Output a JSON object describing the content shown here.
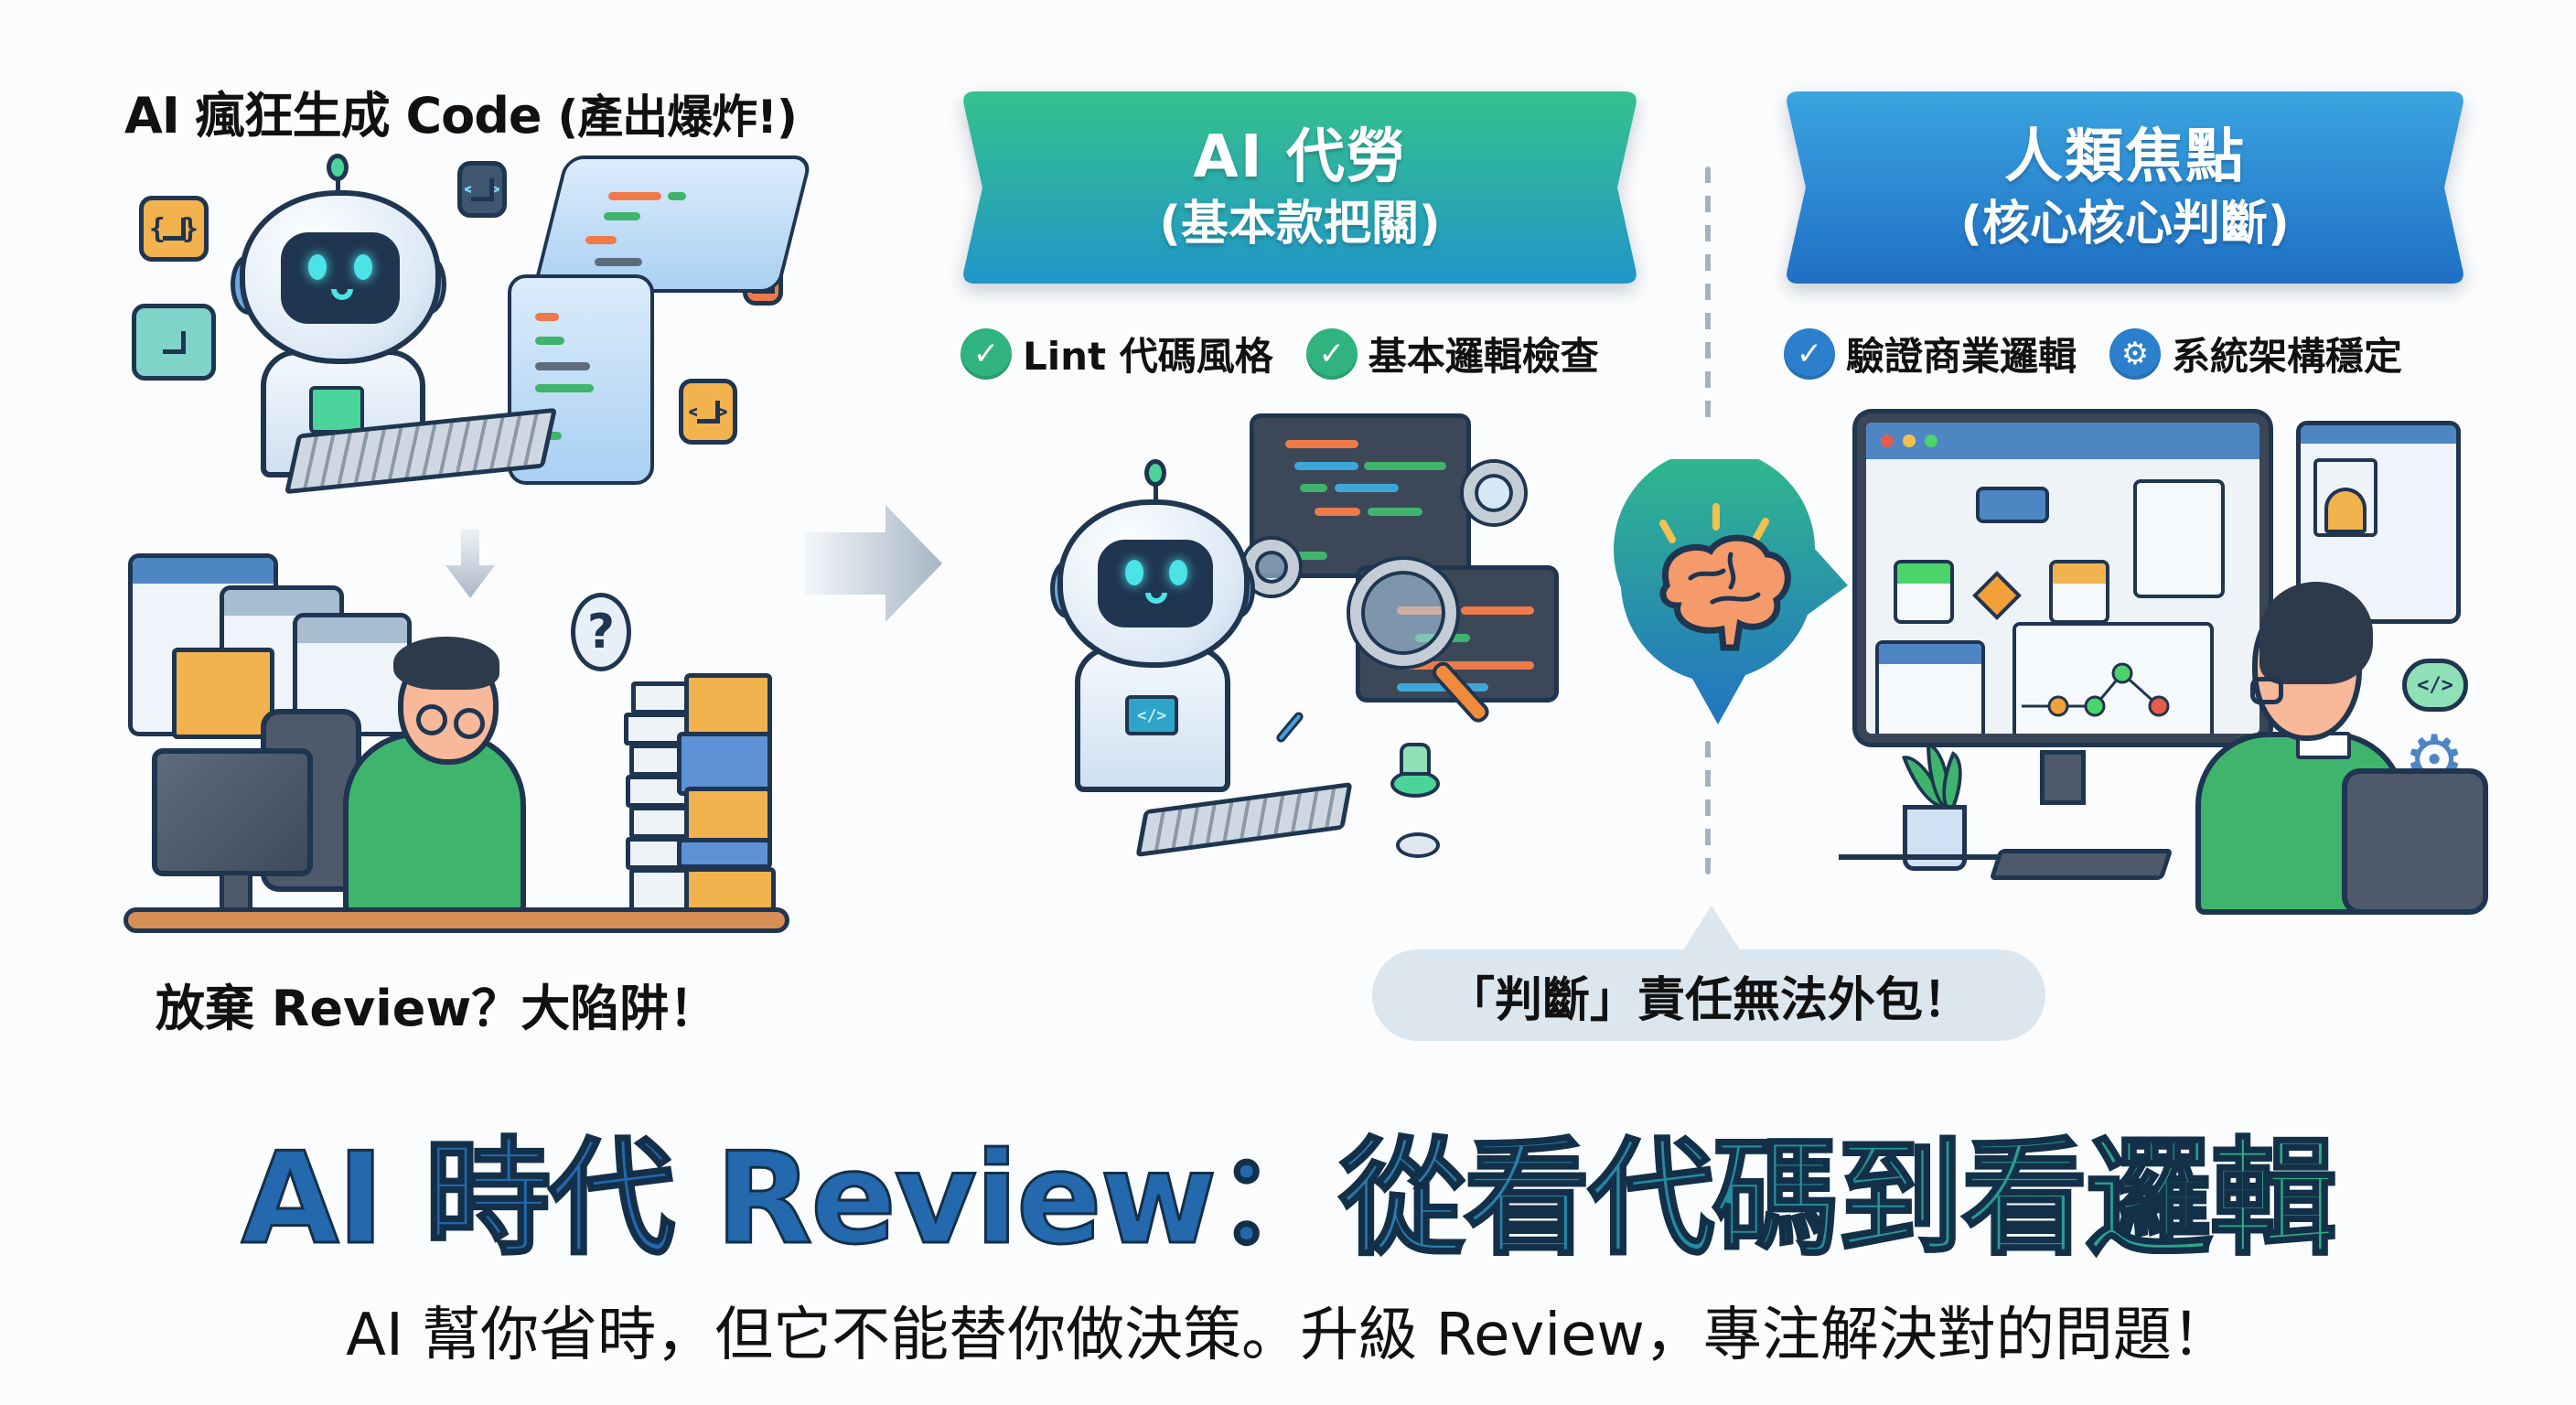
{
  "colors": {
    "banner_ai_top": "#35c18d",
    "banner_ai_bottom": "#2196c9",
    "banner_human_top": "#3aa4e0",
    "banner_human_bottom": "#1f6fc4",
    "check_green": "#30b37f",
    "check_blue": "#2b7fcc",
    "title_blue": "#2468ae",
    "title_green": "#2fb082",
    "callout_bg": "#dbe6ef",
    "divider": "#a3b1c2"
  },
  "left_panel": {
    "top_caption": "AI 瘋狂生成 Code",
    "top_caption_paren": "(產出爆炸!)",
    "bottom_caption": "放棄 Review？大陷阱！",
    "icons": [
      "curly-braces-bubble",
      "code-tag-bubble",
      "dots-bubble",
      "grid-bubble",
      "code-tag-bubble-orange",
      "question-bubble"
    ]
  },
  "ai_panel": {
    "banner_title": "AI 代勞",
    "banner_subtitle": "(基本款把關)",
    "checks": [
      {
        "label": "Lint 代碼風格",
        "icon": "check-icon"
      },
      {
        "label": "基本邏輯檢查",
        "icon": "check-icon"
      }
    ]
  },
  "human_panel": {
    "banner_title": "人類焦點",
    "banner_subtitle": "(核心核心判斷)",
    "checks": [
      {
        "label": "驗證商業邏輯",
        "icon": "check-icon"
      },
      {
        "label": "系統架構穩定",
        "icon": "gear-icon"
      }
    ]
  },
  "callout": {
    "text": "「判斷」責任無法外包！"
  },
  "title": {
    "part1": "AI 時代 Review：",
    "part2": "從看代碼到看邏輯"
  },
  "subtitle": "AI 幫你省時，但它不能替你做決策。升級 Review，專注解決對的問題！",
  "glyphs": {
    "check": "✓",
    "question": "?",
    "code_tag": "</>",
    "braces": "{ }",
    "gear": "⚙"
  }
}
